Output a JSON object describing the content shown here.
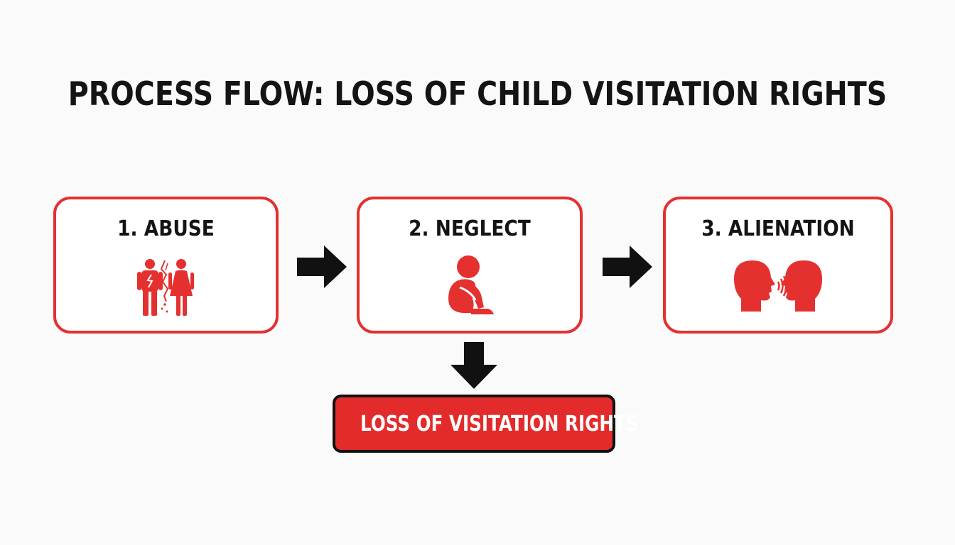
{
  "title": "PROCESS FLOW: LOSS OF CHILD VISITATION RIGHTS",
  "steps": [
    {
      "label": "1. ABUSE",
      "icon": "couple-conflict-icon"
    },
    {
      "label": "2. NEGLECT",
      "icon": "sitting-child-icon"
    },
    {
      "label": "3. ALIENATION",
      "icon": "speaking-heads-icon"
    }
  ],
  "outcome": {
    "label": "LOSS OF VISITATION RIGHTS"
  },
  "colors": {
    "accent": "#e53030",
    "outcome_fill": "#e42b2b",
    "arrow": "#111111",
    "text": "#141414",
    "background": "#fafafa"
  }
}
